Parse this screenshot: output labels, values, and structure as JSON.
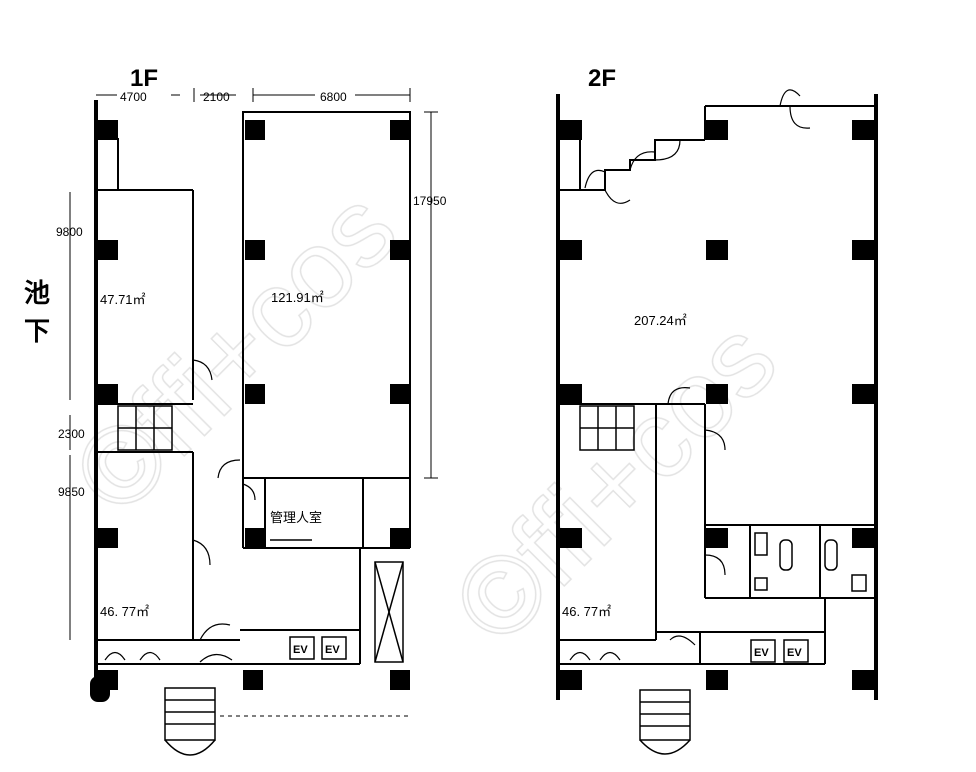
{
  "floors": [
    {
      "title": "1F",
      "dims": {
        "top_a": "4700",
        "top_b": "2100",
        "top_c": "6800",
        "left_1": "9800",
        "left_2": "2300",
        "left_3": "9850",
        "right": "17950"
      },
      "side_label": [
        "池",
        "下"
      ],
      "rooms": {
        "a": "47.71㎡",
        "b": "121.91㎡",
        "c": "46. 77㎡",
        "office": "管理人室"
      },
      "ev": [
        "EV",
        "EV"
      ]
    },
    {
      "title": "2F",
      "rooms": {
        "a": "207.24㎡",
        "b": "46. 77㎡"
      },
      "ev": [
        "EV",
        "EV"
      ]
    }
  ],
  "watermark": "offi+cos"
}
